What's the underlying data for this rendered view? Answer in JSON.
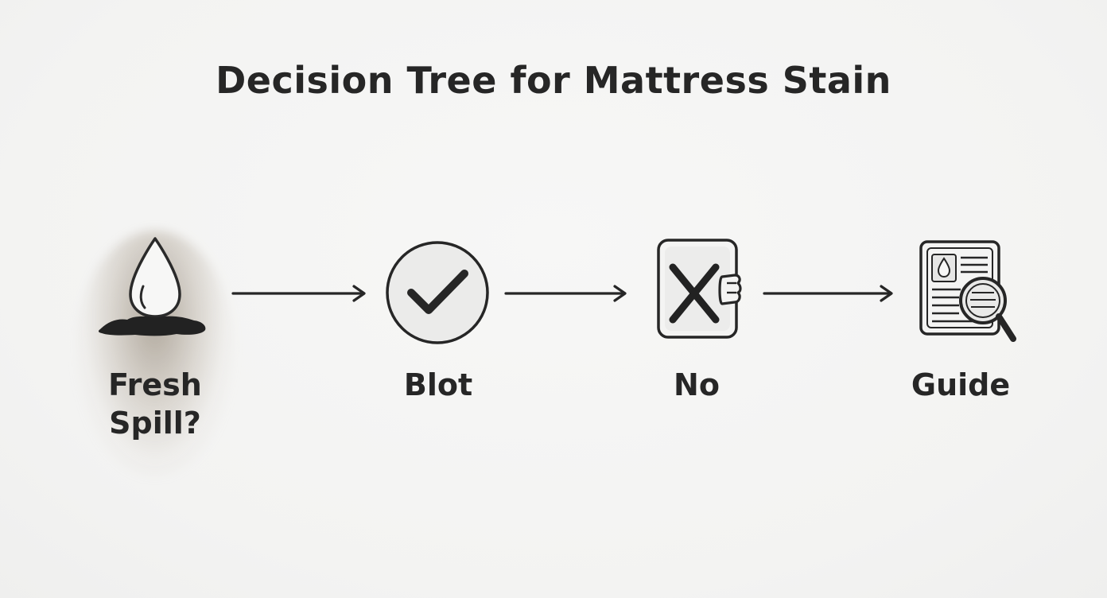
{
  "title": "Decision Tree for Mattress Stain",
  "steps": [
    {
      "label_line1": "Fresh",
      "label_line2": "Spill?",
      "icon": "water-drop-icon"
    },
    {
      "label": "Blot",
      "icon": "checkmark-circle-icon"
    },
    {
      "label": "No",
      "icon": "x-mark-card-icon"
    },
    {
      "label": "Guide",
      "icon": "document-magnifier-icon"
    }
  ],
  "colors": {
    "background": "#f4f4f3",
    "ink": "#262626",
    "check_fill": "#ececec"
  }
}
